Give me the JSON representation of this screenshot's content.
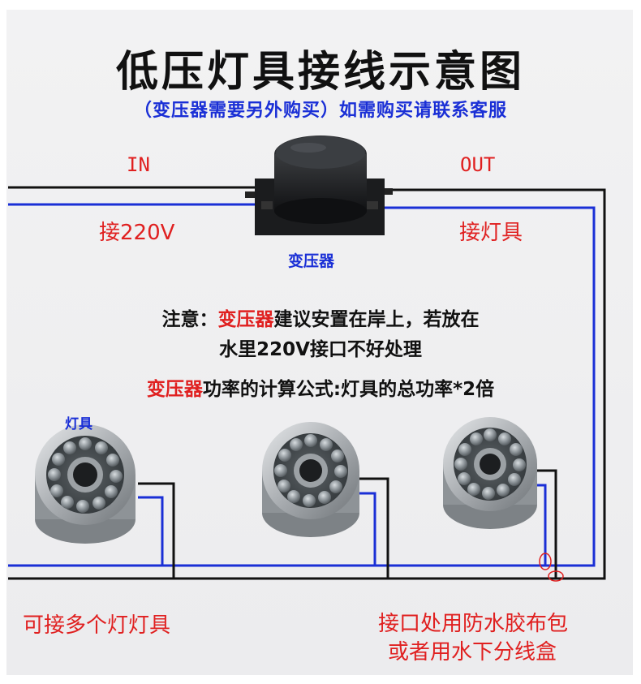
{
  "title": "低压灯具接线示意图",
  "subtitle": "（变压器需要另外购买）如需购买请联系客服",
  "in_label": "IN",
  "out_label": "OUT",
  "input_label": "接220V",
  "output_label": "接灯具",
  "transformer_label": "变压器",
  "note1": {
    "prefix": "注意：",
    "highlight": "变压器",
    "rest": "建议安置在岸上，若放在"
  },
  "note2": "水里220V接口不好处理",
  "formula": {
    "highlight": "变压器",
    "rest": "功率的计算公式:灯具的总功率*2倍"
  },
  "lamp_label": "灯具",
  "bottom_left": "可接多个灯灯具",
  "bottom_right_1": "接口处用防水胶布包",
  "bottom_right_2": "或者用水下分线盒",
  "colors": {
    "red": "#e02020",
    "blue": "#1a2fd6",
    "wire_black": "#111111"
  }
}
